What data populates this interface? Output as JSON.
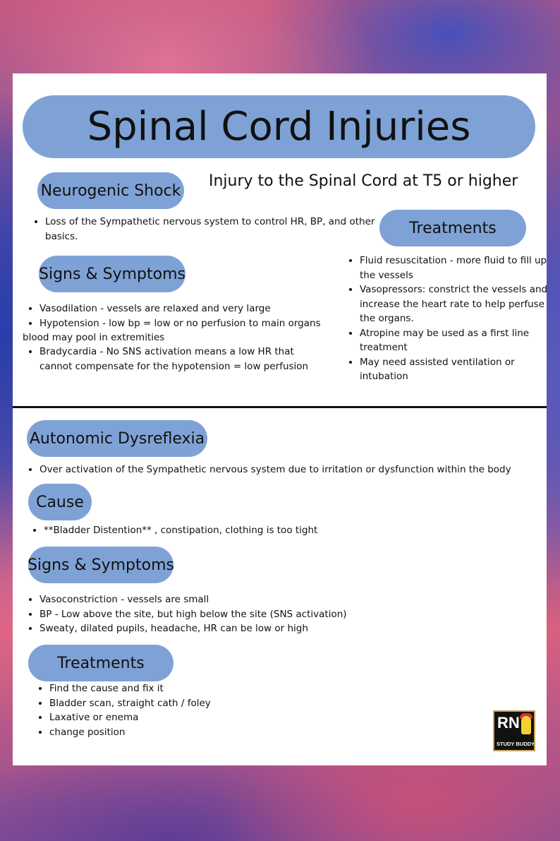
{
  "title": "Spinal Cord Injuries",
  "section1": {
    "heading": "Neurogenic Shock",
    "headline": "Injury to the Spinal Cord at T5 or higher",
    "intro": [
      "Loss of the Sympathetic nervous system to control HR, BP, and other basics."
    ],
    "signs_heading": "Signs & Symptoms",
    "signs_items": [
      "Vasodilation - vessels are relaxed and very large",
      "Hypotension - low bp = low or no perfusion to main organs"
    ],
    "signs_wrap": "blood may pool in extremities",
    "signs_items_2": [
      "Bradycardia - No SNS activation means a low HR that cannot compensate for the hypotension = low perfusion"
    ],
    "treatments_heading": "Treatments",
    "treatments_items": [
      "Fluid resuscitation - more fluid to fill up the vessels",
      "Vasopressors: constrict the vessels and increase the heart rate to help perfuse the organs.",
      "Atropine may be used as a first line treatment",
      "May need assisted ventilation or intubation"
    ]
  },
  "section2": {
    "heading": "Autonomic Dysreflexia",
    "intro": [
      "Over activation of the Sympathetic nervous system due to irritation or dysfunction within the body"
    ],
    "cause_heading": "Cause",
    "cause_items": [
      "**Bladder Distention** , constipation,  clothing is too tight"
    ],
    "signs_heading": "Signs & Symptoms",
    "signs_items": [
      "Vasoconstriction - vessels are small",
      "BP - Low above the site, but high below the site (SNS activation)",
      "Sweaty, dilated pupils, headache, HR can be low or high"
    ],
    "treatments_heading": "Treatments",
    "treatments_items": [
      "Find the cause and fix it",
      "Bladder scan, straight cath / foley",
      "Laxative or enema",
      "change position"
    ]
  },
  "logo": {
    "mark": "RN",
    "caption": "STUDY BUDDY"
  },
  "colors": {
    "pill": "#7fa2d6",
    "card": "#ffffff",
    "text": "#111111"
  }
}
